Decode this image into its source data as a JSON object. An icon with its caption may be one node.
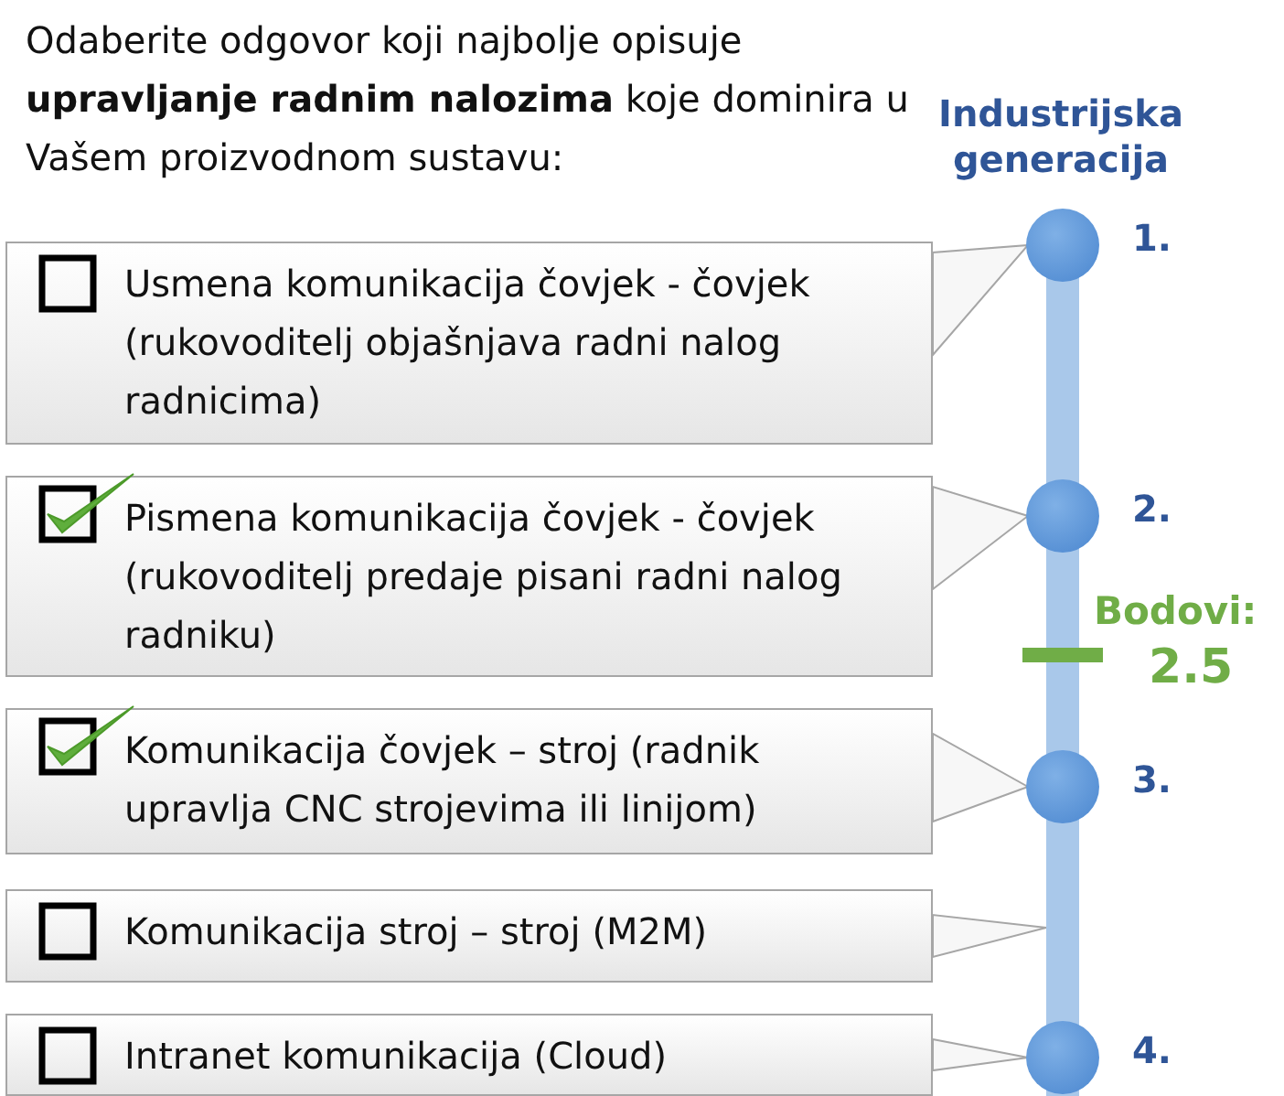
{
  "diagram": {
    "title": "Odaberite odgovor koji najbolje opisuje **upravljanje radnim nalozima** koje dominira u Vašem proizvodnom sustavu:",
    "nodes": [
      {
        "text": [
          "Usmena komunikacija čovjek - čovjek (rukovoditelj objašnjava radni nalog radnicima)"
        ]
      },
      {
        "text": [],
        "shape": "box",
        "in": 0
      },
      {
        "text": [
          "Pismena komunikacija čovjek - čovjek (rukovoditelj predaje pisani radni nalog radniku)"
        ]
      },
      {
        "text": [],
        "shape": "tick",
        "in": 2
      },
      {
        "text": [
          "Komunikacija čovjek – stroj (radnik upravlja CNC strojevima ili linijom)"
        ]
      },
      {
        "text": [],
        "shape": "tick",
        "in": 4
      },
      {
        "text": [
          "Komunikacija stroj – stroj (M2M)"
        ]
      },
      {
        "text": [],
        "shape": "box",
        "in": 6
      },
      {
        "text": [
          "Intranet komunikacija (Cloud)"
        ]
      },
      {
        "text": [],
        "shape": "box",
        "in": 8
      },
      {
        "text": [],
        "shape": "bar"
      },
      {
        "text": [],
        "shape": "circle",
        "beside": [
          "1."
        ]
      },
      {
        "text": [],
        "shape": "circle",
        "beside": [
          "2."
        ]
      },
      {
        "text": [],
        "shape": "circle",
        "beside": [
          "3."
        ]
      },
      {
        "text": [],
        "shape": "circle",
        "beside": [
          "4."
        ]
      }
    ],
    "edges": [
      {
        "from": 0,
        "to": 11,
        "arrow": "none"
      },
      {
        "from": 2,
        "to": 12,
        "arrow": "none"
      },
      {
        "from": 4,
        "to": 13,
        "arrow": "none"
      },
      {
        "from": 6,
        "to": 10,
        "arrow": "none"
      },
      {
        "from": 8,
        "to": 14,
        "arrow": "none"
      }
    ],
    "labels": [
      "Industrijska generacija",
      "Bodovi:",
      "2.5"
    ]
  }
}
